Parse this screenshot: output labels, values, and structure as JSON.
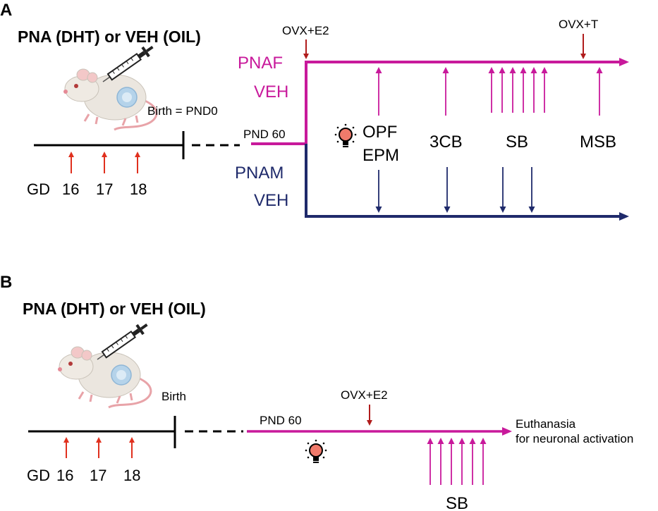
{
  "colors": {
    "magenta": "#c8199b",
    "navy": "#1f2a6b",
    "red": "#e0301e",
    "darkred": "#b01c1c",
    "black": "#000000"
  },
  "panel_a": {
    "letter": "A",
    "title": "PNA (DHT) or VEH (OIL)",
    "birth_label": "Birth = PND0",
    "pnd_label": "PND 60",
    "gd_label": "GD",
    "gd_days": [
      "16",
      "17",
      "18"
    ],
    "top_group": [
      "PNAF",
      "VEH"
    ],
    "bottom_group": [
      "PNAM",
      "VEH"
    ],
    "treatment_top_left": "OVX+E2",
    "treatment_top_right": "OVX+T",
    "tests": [
      "OPF",
      "EPM",
      "3CB",
      "SB",
      "MSB"
    ],
    "icons": [
      "mouse-injection-icon",
      "light-dark-cycle-icon"
    ]
  },
  "panel_b": {
    "letter": "B",
    "title": "PNA (DHT) or VEH (OIL)",
    "birth_label": "Birth",
    "pnd_label": "PND 60",
    "gd_label": "GD",
    "gd_days": [
      "16",
      "17",
      "18"
    ],
    "treatment": "OVX+E2",
    "endpoint_line1": "Euthanasia",
    "endpoint_line2": "for neuronal activation",
    "test": "SB",
    "icons": [
      "mouse-injection-icon",
      "light-dark-cycle-icon"
    ]
  }
}
